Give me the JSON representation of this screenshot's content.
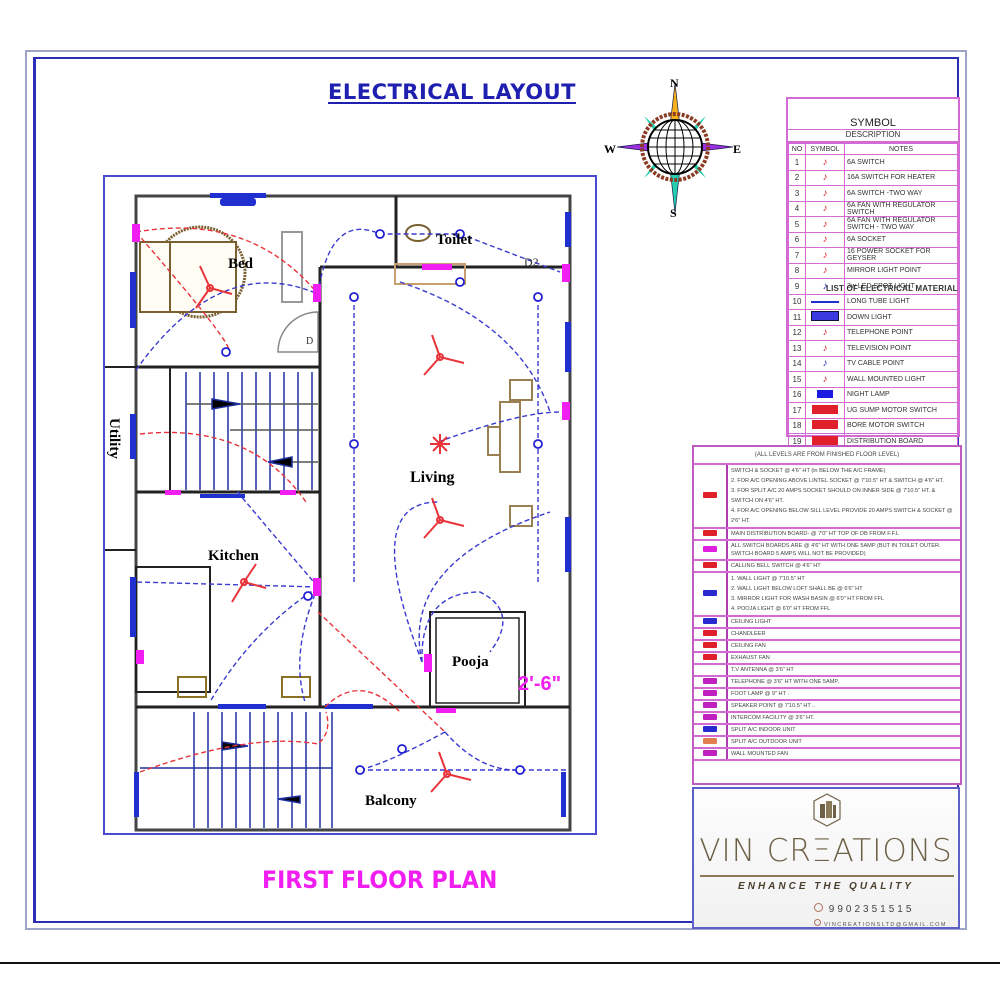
{
  "drawing": {
    "title": "ELECTRICAL LAYOUT",
    "subtitle": "FIRST FLOOR PLAN",
    "colors": {
      "title": "#1f1fb0",
      "subtitle": "#f01ef0",
      "table_border": "#d46ad4",
      "wiring_blue": "#3a3ad0",
      "wiring_red": "#e8343a",
      "brand": "#6e6047"
    }
  },
  "compass": {
    "north": "N",
    "south": "S",
    "east": "E",
    "west": "W"
  },
  "rooms": {
    "bed": "Bed",
    "toilet": "Toilet",
    "d2": "D2",
    "door_d": "D",
    "utility": "Utility",
    "living": "Living",
    "kitchen": "Kitchen",
    "pooja": "Pooja",
    "balcony": "Balcony",
    "dimension": "2'-6\""
  },
  "symbol_table": {
    "title": "SYMBOL",
    "description": "DESCRIPTION",
    "overlay_heading": "LIST OF ELECTRICAL MATERIAL",
    "columns": [
      "NO",
      "SYMBOL",
      "NOTES"
    ],
    "rows": [
      {
        "no": "1",
        "icon": "6a-switch-icon",
        "note": "6A SWITCH"
      },
      {
        "no": "2",
        "icon": "16a-switch-icon",
        "note": "16A SWITCH FOR HEATER"
      },
      {
        "no": "3",
        "icon": "two-way-switch-icon",
        "note": "6A SWITCH -TWO WAY"
      },
      {
        "no": "4",
        "icon": "fan-regulator-switch-icon",
        "note": "6A FAN WITH REGULATOR SWITCH"
      },
      {
        "no": "5",
        "icon": "fan-regulator-two-way-icon",
        "note": "6A FAN WITH REGULATOR SWITCH - TWO WAY"
      },
      {
        "no": "6",
        "icon": "socket-icon",
        "note": "6A SOCKET"
      },
      {
        "no": "7",
        "icon": "power-socket-icon",
        "note": "16 POWER SOCKET FOR GEYSER"
      },
      {
        "no": "8",
        "icon": "mirror-light-icon",
        "note": "MIRROR LIGHT POINT"
      },
      {
        "no": "9",
        "icon": "led-spot-light-icon",
        "note": "3w LED SPOT LIGHT"
      },
      {
        "no": "10",
        "icon": "long-tube-light-icon",
        "note": "LONG TUBE LIGHT"
      },
      {
        "no": "11",
        "icon": "down-light-icon",
        "note": "DOWN LIGHT"
      },
      {
        "no": "12",
        "icon": "telephone-point-icon",
        "note": "TELEPHONE POINT"
      },
      {
        "no": "13",
        "icon": "television-point-icon",
        "note": "TELEVISION POINT"
      },
      {
        "no": "14",
        "icon": "tv-cable-point-icon",
        "note": "TV CABLE POINT"
      },
      {
        "no": "15",
        "icon": "wall-mounted-light-icon",
        "note": "WALL MOUNTED LIGHT"
      },
      {
        "no": "16",
        "icon": "night-lamp-icon",
        "note": "NIGHT LAMP"
      },
      {
        "no": "17",
        "icon": "ug-sump-motor-switch-icon",
        "note": "UG SUMP MOTOR SWITCH"
      },
      {
        "no": "18",
        "icon": "bore-motor-switch-icon",
        "note": "BORE MOTOR SWITCH"
      },
      {
        "no": "19",
        "icon": "distribution-board-icon",
        "note": "DISTRIBUTION BOARD"
      }
    ]
  },
  "notes_table": {
    "header": "(ALL LEVELS ARE FROM FINISHED FLOOR LEVEL)",
    "rows": [
      {
        "icon": "ac-socket-icon",
        "lines": [
          "SWITCH & SOCKET @ 4'6\" HT (in BELOW THE A/C FRAME)",
          "2. FOR A/C OPENING ABOVE LINTEL SOCKET @ 7'10.5\" HT & SWITCH @ 4'6\" HT.",
          "3. FOR SPLIT A/C 20 AMPS SOCKET SHOULD ON INNER SIDE @ 7'10.5\" HT. & SWITCH ON 4'6\" HT.",
          "4. FOR A/C OPENING BELOW SILL LEVEL PROVIDE 20 AMPS SWITCH & SOCKET @ 2'6\" HT."
        ]
      },
      {
        "icon": "main-db-icon",
        "lines": [
          "MAIN DISTRIBUTION BOARD- @ 7'0\" HT TOP OF DB FROM F.F.L"
        ]
      },
      {
        "icon": "switch-board-icon",
        "lines": [
          "ALL SWITCH BOARDS ARE @ 4'6\" HT WITH ONE 5AMP (BUT IN TOILET OUTER. SWITCH BOARD 5 AMPS WILL NOT BE PROVIDED)"
        ]
      },
      {
        "icon": "calling-bell-icon",
        "lines": [
          "CALLING BELL SWITCH @ 4'6\" HT"
        ]
      },
      {
        "icon": "wall-light-icon",
        "lines": [
          "1. WALL LIGHT @ 7'10.5\" HT",
          "2. WALL LIGHT BELOW LOFT SHALL BE @ 6'6\" HT",
          "3. MIRROR LIGHT FOR WASH BASIN @ 6'0\" HT FROM FFL",
          "4. POOJA LIGHT @ 6'0\" HT FROM FFL"
        ]
      },
      {
        "icon": "ceiling-light-icon",
        "lines": [
          "CEILING LIGHT"
        ]
      },
      {
        "icon": "chandelier-icon",
        "lines": [
          "CHANDLEER"
        ]
      },
      {
        "icon": "ceiling-fan-icon",
        "lines": [
          "CEILING FAN"
        ]
      },
      {
        "icon": "exhaust-fan-icon",
        "lines": [
          "EXHAUST FAN"
        ]
      },
      {
        "icon": "",
        "lines": [
          "T.V ANTENNA @ 3'6\" HT"
        ]
      },
      {
        "icon": "telephone-icon",
        "lines": [
          "TELEPHONE @ 3'6\" HT WITH ONE 5AMP."
        ]
      },
      {
        "icon": "foot-lamp-icon",
        "lines": [
          "FOOT LAMP @ 9\" HT ."
        ]
      },
      {
        "icon": "speaker-point-icon",
        "lines": [
          "SPEAKER POINT @ 7'10.5\" HT .."
        ]
      },
      {
        "icon": "intercom-icon",
        "lines": [
          "INTERCOM FACILITY @ 3'6\" HT."
        ]
      },
      {
        "icon": "split-ac-indoor-icon",
        "lines": [
          "SPLIT A/C INDOOR UNIT"
        ]
      },
      {
        "icon": "split-ac-outdoor-icon",
        "lines": [
          "SPLIT A/C OUTDOOR UNIT"
        ]
      },
      {
        "icon": "wall-mounted-fan-icon",
        "lines": [
          "WALL MOUNTED FAN"
        ]
      }
    ]
  },
  "logo": {
    "brand": "VIN CRΞATIONS",
    "tagline": "ENHANCE THE QUALITY",
    "phone": "9902351515",
    "email": "VINCREATIONSLTD@GMAIL.COM"
  }
}
